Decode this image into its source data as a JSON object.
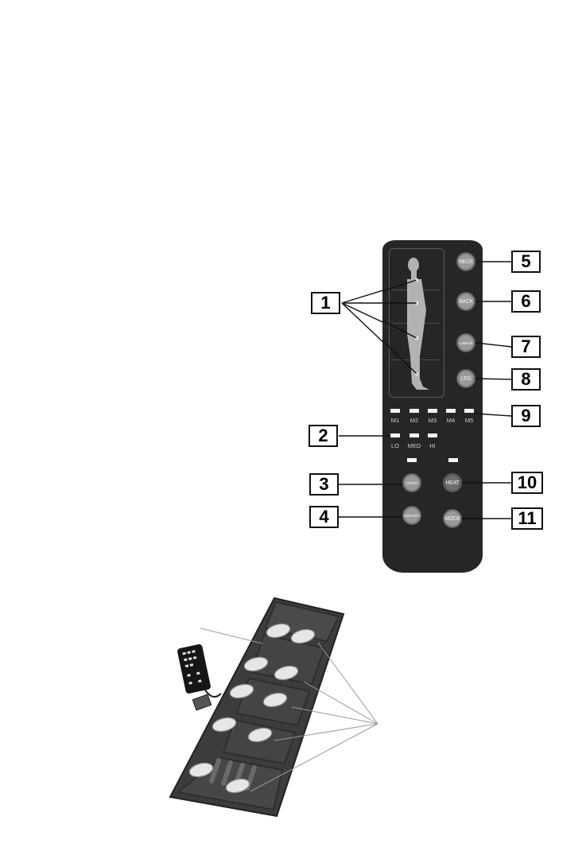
{
  "remote": {
    "buttons": {
      "neck": "NECK",
      "back": "BACK",
      "lumbar": "LUMBAR",
      "leg": "LEG",
      "on_off": "ON/OFF",
      "intensity": "INTENSITY",
      "heat": "HEAT",
      "mode": "MODE"
    },
    "mode_labels": [
      "M1",
      "M2",
      "M3",
      "M4",
      "M5"
    ],
    "intensity_labels": [
      "LO",
      "MED",
      "HI"
    ]
  },
  "callouts": [
    "1",
    "2",
    "3",
    "4",
    "5",
    "6",
    "7",
    "8",
    "9",
    "10",
    "11"
  ],
  "colors": {
    "remote_body": "#262626",
    "button": "#9a9a9a",
    "led": "#f4f4f4",
    "mat": "#3a3a3a",
    "massage_node": "#e6e6e6"
  }
}
